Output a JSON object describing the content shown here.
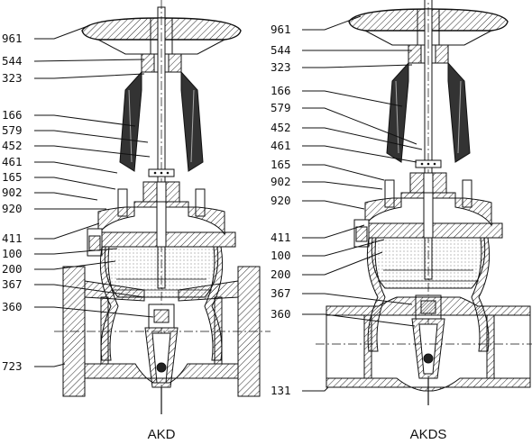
{
  "valves": [
    {
      "caption": "AKD",
      "parts": [
        "961",
        "544",
        "323",
        "166",
        "579",
        "452",
        "461",
        "165",
        "902",
        "920",
        "411",
        "100",
        "200",
        "367",
        "360",
        "723"
      ]
    },
    {
      "caption": "AKDS",
      "parts": [
        "961",
        "544",
        "323",
        "166",
        "579",
        "452",
        "461",
        "165",
        "902",
        "920",
        "411",
        "100",
        "200",
        "367",
        "360",
        "131"
      ]
    }
  ]
}
